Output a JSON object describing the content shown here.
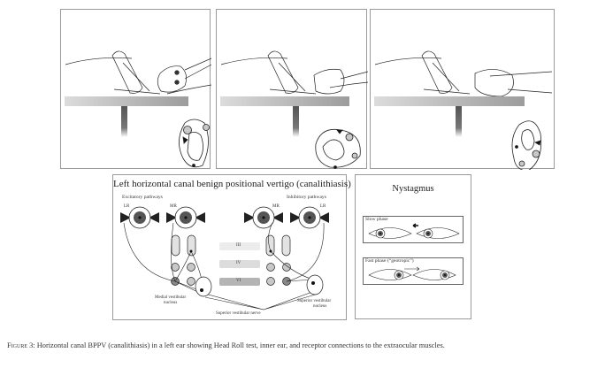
{
  "panels": {
    "head_roll": [
      {
        "name": "head-roll-position-1",
        "head": "face-up-left"
      },
      {
        "name": "head-roll-position-2",
        "head": "turned"
      },
      {
        "name": "head-roll-position-3",
        "head": "turned-away"
      }
    ]
  },
  "pathways": {
    "title": "Left horizontal canal benign positional vertigo (canalithiasis)",
    "excitatory_label": "Excitatory pathways",
    "inhibitory_label": "Inhibitory pathways",
    "muscles": [
      "LR",
      "MR",
      "MR",
      "LR"
    ],
    "nuclei": [
      "III",
      "IV",
      "VI"
    ],
    "medial_nucleus_line1": "Medial vestibular",
    "medial_nucleus_line2": "nucleus",
    "superior_nucleus_line1": "Superior vestibular",
    "superior_nucleus_line2": "nucleus",
    "nerve_label": "Superior vestibular nerve"
  },
  "nystagmus": {
    "title": "Nystagmus",
    "slow_phase": "Slow phase",
    "fast_phase": "Fast phase (“geotropic”)"
  },
  "caption": {
    "figure_label": "Figure 3:",
    "text": " Horizontal canal BPPV (canalithiasis) in a left ear showing Head Roll test, inner ear, and receptor connections to the extraocular muscles."
  },
  "colors": {
    "table_light": "#d8d8d8",
    "table_dark": "#9a9a9a",
    "leg": "#555555",
    "nucleus_fill": "#c8c8c8",
    "iris": "#555555"
  }
}
